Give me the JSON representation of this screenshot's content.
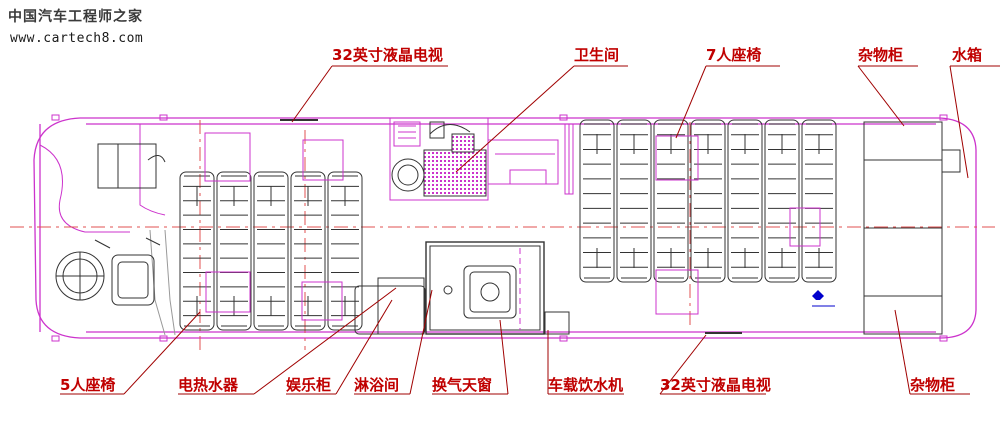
{
  "watermark": {
    "title": "中国汽车工程师之家",
    "url": "www.cartech8.com"
  },
  "labels": {
    "tv_top": "32英寸液晶电视",
    "toilet": "卫生间",
    "seat7": "7人座椅",
    "cabinet_top": "杂物柜",
    "water_tank": "水箱",
    "seat5": "5人座椅",
    "heater": "电热水器",
    "entertainment": "娱乐柜",
    "shower": "淋浴间",
    "vent": "换气天窗",
    "dispenser": "车载饮水机",
    "tv_bottom": "32英寸液晶电视",
    "cabinet_bottom": "杂物柜"
  },
  "colors": {
    "outline": "#cc33cc",
    "centerline": "#e05050",
    "leader": "#a00000",
    "label": "#c00000",
    "drawing": "#333333"
  }
}
